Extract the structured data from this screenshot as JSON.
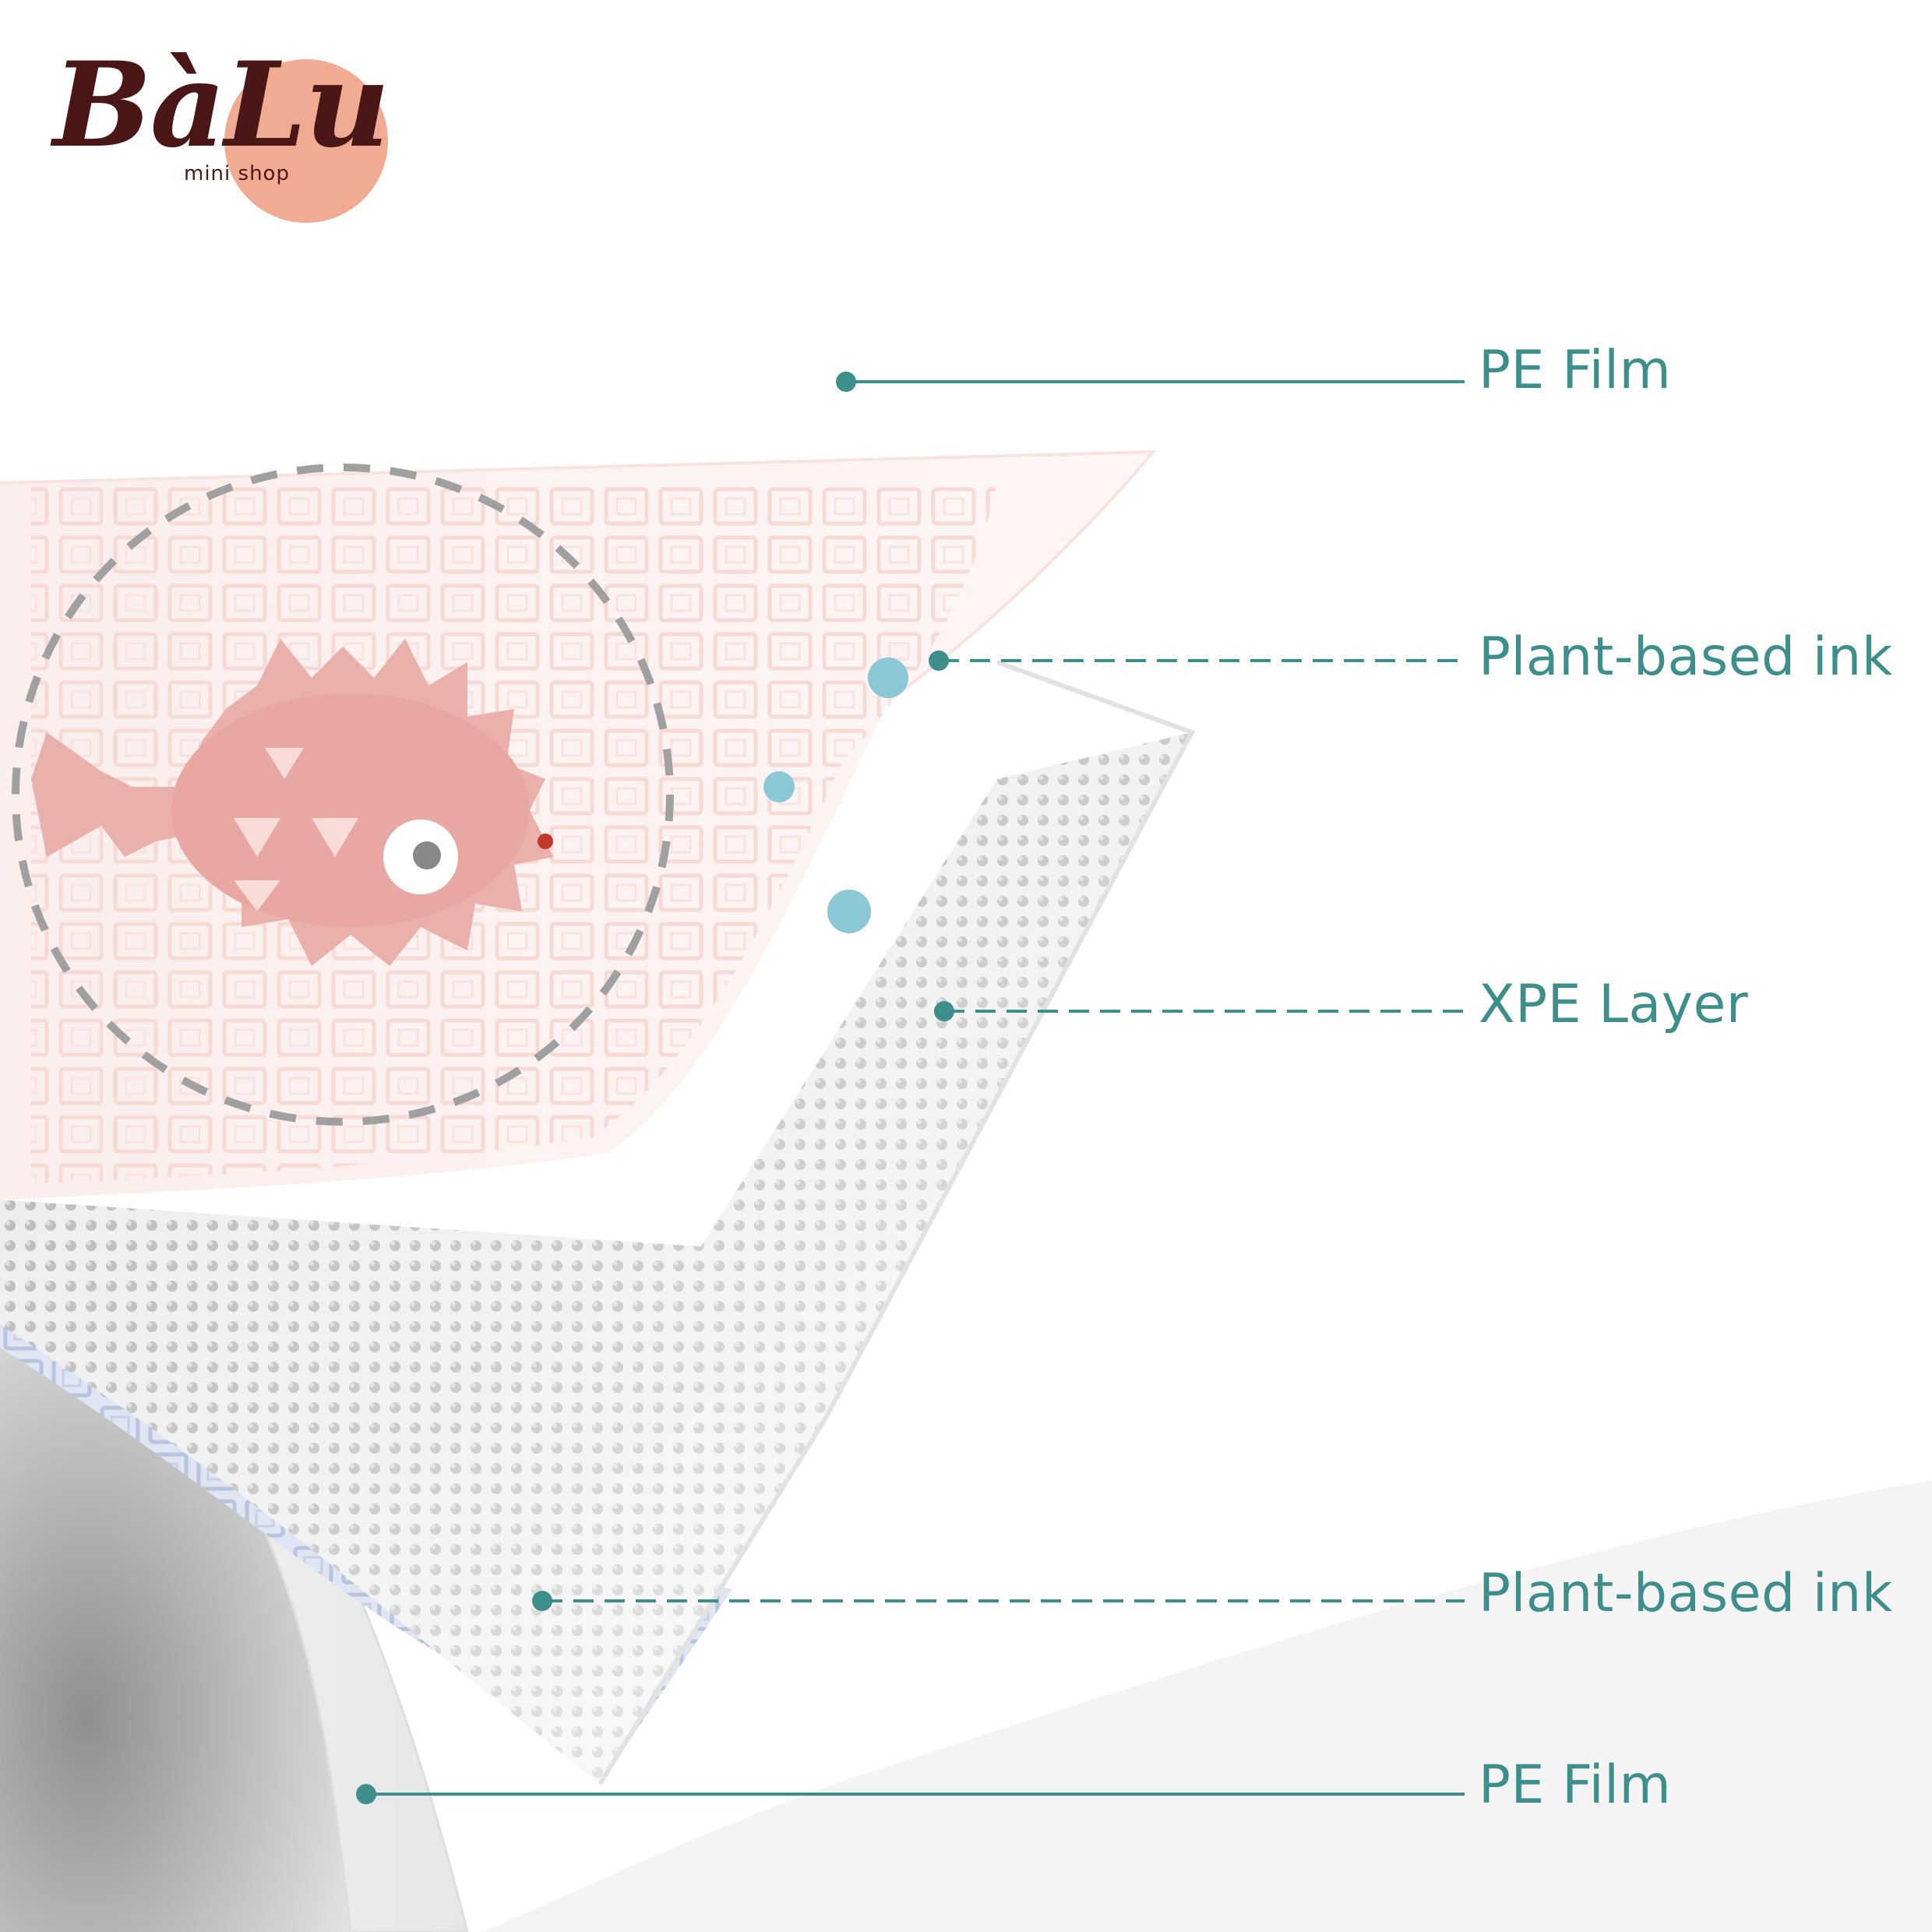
{
  "brand": {
    "name": "BàLu",
    "tagline": "mini shop",
    "circle_color": "#f1ab93",
    "text_color": "#4b1616"
  },
  "diagram": {
    "accent_color": "#3e8f8c",
    "labels": [
      {
        "text": "PE Film",
        "line_style": "solid"
      },
      {
        "text": "Plant-based ink",
        "line_style": "dashed"
      },
      {
        "text": "XPE  Layer",
        "line_style": "dashed"
      },
      {
        "text": "Plant-based ink",
        "line_style": "dashed"
      },
      {
        "text": "PE Film",
        "line_style": "solid"
      }
    ]
  }
}
